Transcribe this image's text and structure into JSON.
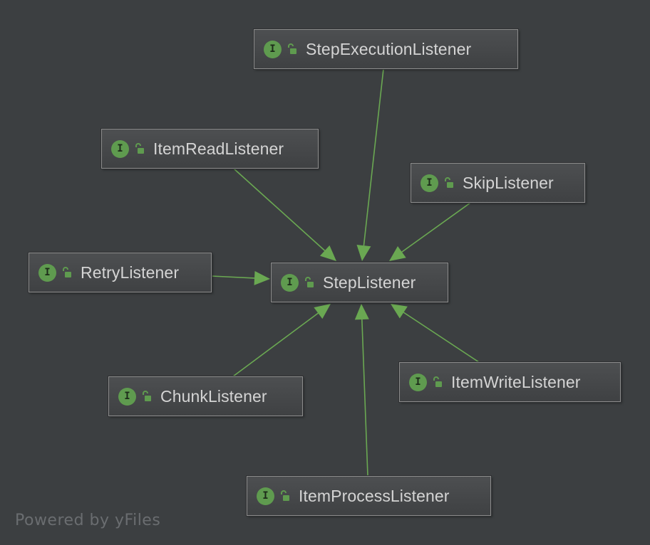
{
  "diagram": {
    "edge_color": "#6aa852",
    "icon_color": "#5f9b4f",
    "interface_icon_text": "I",
    "visibility_icon": "open-lock-icon",
    "nodes": [
      {
        "id": "step-execution-listener",
        "label": "StepExecutionListener"
      },
      {
        "id": "item-read-listener",
        "label": "ItemReadListener"
      },
      {
        "id": "skip-listener",
        "label": "SkipListener"
      },
      {
        "id": "retry-listener",
        "label": "RetryListener"
      },
      {
        "id": "step-listener",
        "label": "StepListener"
      },
      {
        "id": "chunk-listener",
        "label": "ChunkListener"
      },
      {
        "id": "item-write-listener",
        "label": "ItemWriteListener"
      },
      {
        "id": "item-process-listener",
        "label": "ItemProcessListener"
      }
    ],
    "edges": [
      {
        "from": "step-execution-listener",
        "to": "step-listener"
      },
      {
        "from": "item-read-listener",
        "to": "step-listener"
      },
      {
        "from": "skip-listener",
        "to": "step-listener"
      },
      {
        "from": "retry-listener",
        "to": "step-listener"
      },
      {
        "from": "chunk-listener",
        "to": "step-listener"
      },
      {
        "from": "item-write-listener",
        "to": "step-listener"
      },
      {
        "from": "item-process-listener",
        "to": "step-listener"
      }
    ]
  },
  "footer": {
    "text": "Powered by yFiles"
  }
}
